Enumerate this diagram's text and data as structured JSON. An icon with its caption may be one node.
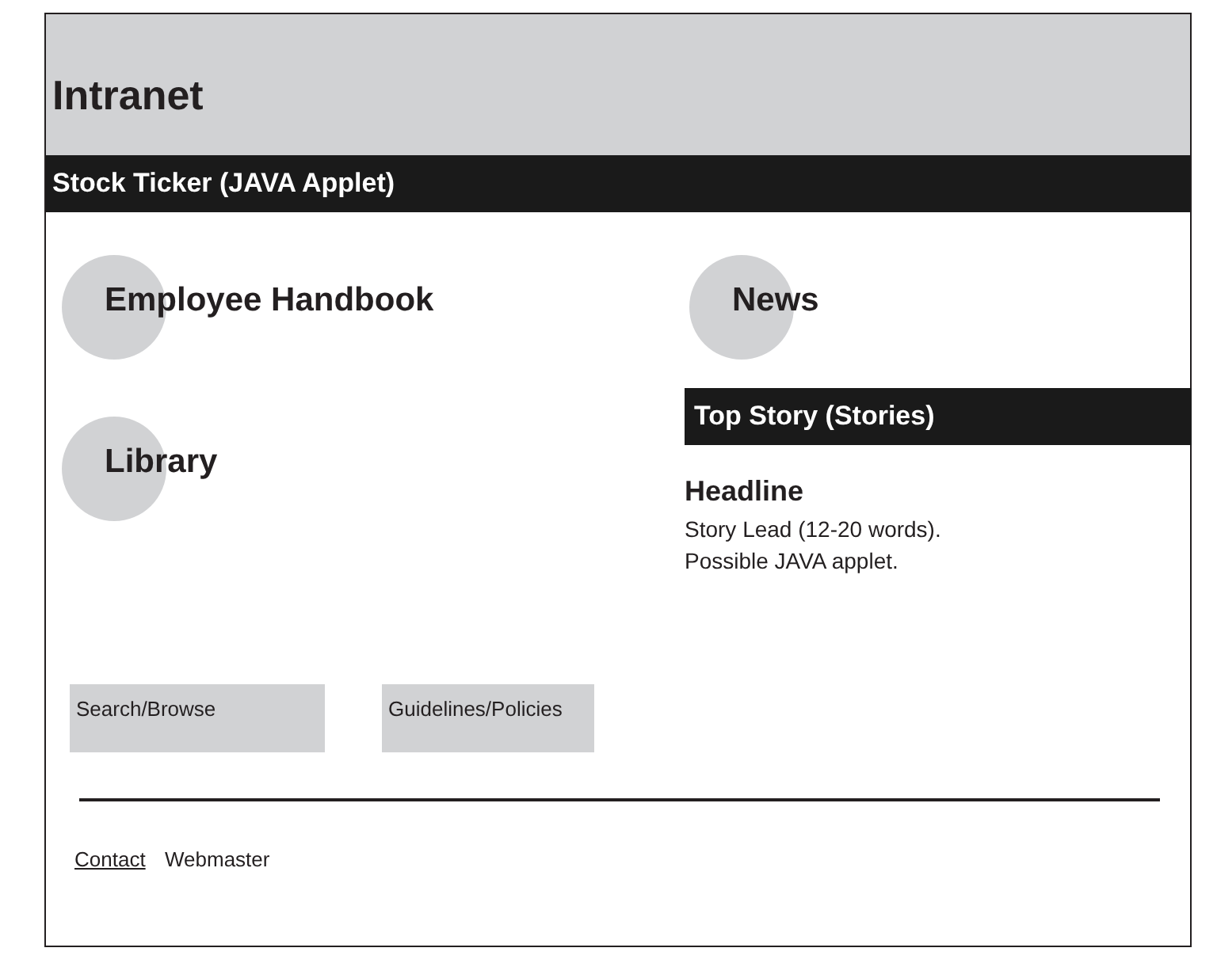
{
  "diagram": {
    "nodes": [
      {
        "text": [
          "Intranet"
        ]
      },
      {
        "text": [
          "Stock Ticker (JAVA Applet)"
        ]
      },
      {
        "text": [
          "Employee Handbook"
        ]
      },
      {
        "text": [
          "News"
        ]
      },
      {
        "text": [
          "Top Story (Stories)"
        ]
      },
      {
        "text": [
          "Library"
        ]
      },
      {
        "text": [
          "Search/Browse"
        ]
      },
      {
        "text": [
          "Guidelines/Policies"
        ]
      }
    ],
    "labels": [
      "Headline",
      "Story Lead (12-20 words).",
      "Possible JAVA applet.",
      "Contact",
      "Webmaster"
    ]
  }
}
